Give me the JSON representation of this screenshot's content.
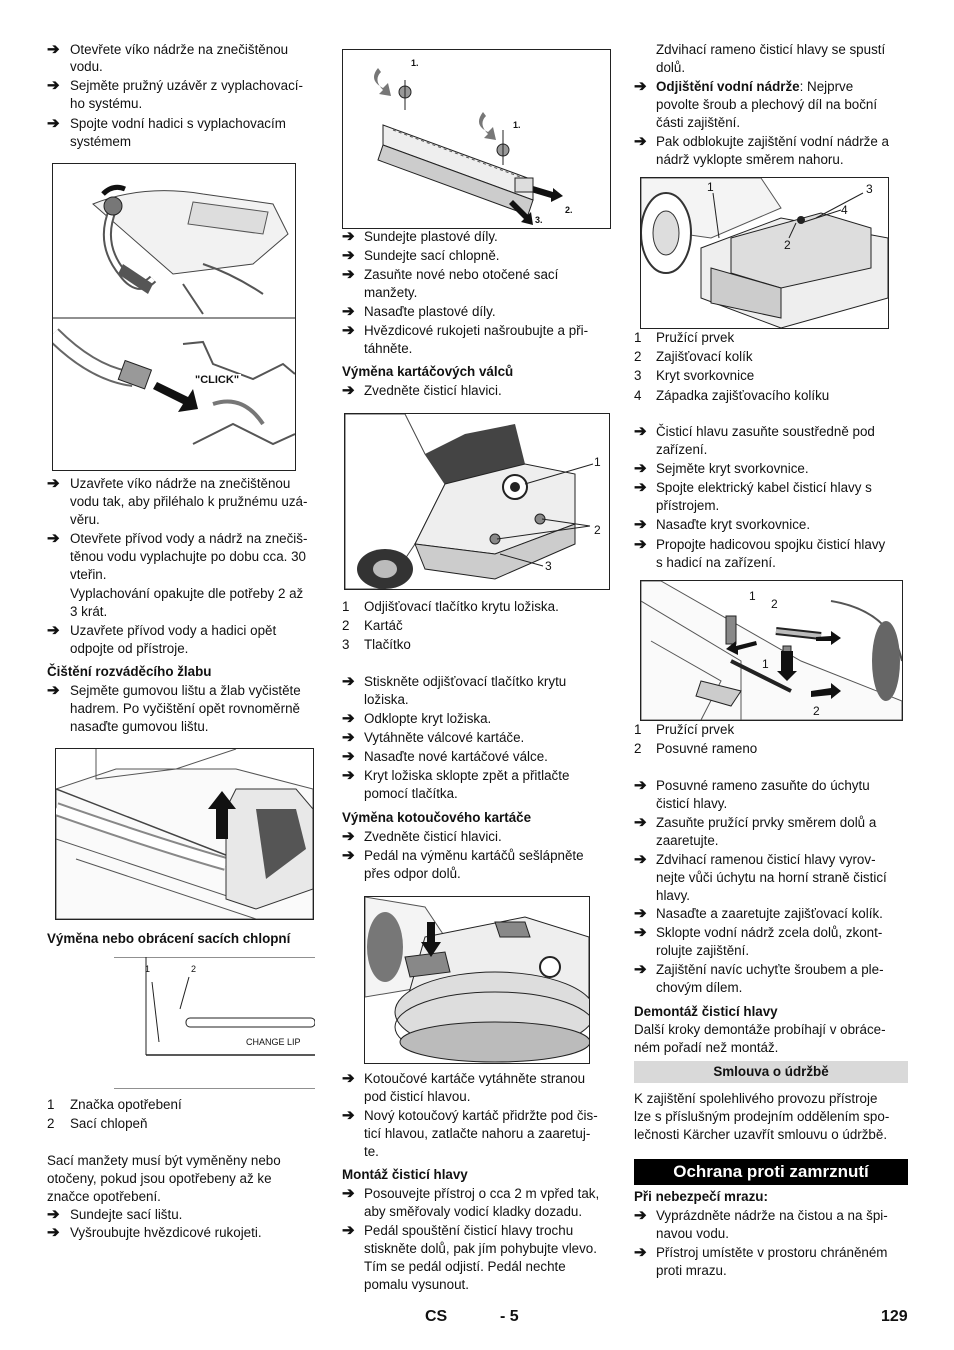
{
  "col1": {
    "b1": [
      "Otevřete víko nádrže na znečištěnou",
      "vodu."
    ],
    "b2": [
      "Sejměte pružný uzávěr z vyplachovací-",
      "ho systému."
    ],
    "b3": [
      "Spojte vodní hadici s vyplachovacím",
      "systémem"
    ],
    "fig1_label": "\"CLICK\"",
    "b4": [
      "Uzavřete víko nádrže na znečištěnou",
      "vodu tak, aby přiléhalo k pružnému uzá-",
      "věru."
    ],
    "b5": [
      "Otevřete přívod vody a nádrž na znečiš-",
      "těnou vodu vyplachujte po dobu cca. 30",
      "vteřin."
    ],
    "b5_extra": [
      "Vyplachování opakujte dle potřeby 2 až",
      "3 krát."
    ],
    "b6": [
      "Uzavřete přívod vody a hadici opět",
      "odpojte od přístroje."
    ],
    "h_lzab": "Čištění rozváděcího žlabu",
    "b7": [
      "Sejměte gumovou lištu a žlab vyčistěte",
      "hadrem. Po vyčištění opět rovnoměrně",
      "nasaďte gumovou lištu."
    ],
    "h_lips": "Výměna nebo obrácení sacích chlopní",
    "fig3_n1": "1",
    "fig3_n2": "2",
    "fig3_text": "CHANGE LIP",
    "legend": [
      {
        "n": "1",
        "t": "Značka opotřebení"
      },
      {
        "n": "2",
        "t": "Sací chlopeň"
      }
    ],
    "p1": [
      "Sací manžety musí být vyměněny nebo",
      "otočeny, pokud jsou opotřebeny až ke",
      "značce opotřebení."
    ],
    "b8": "Sundejte sací lištu.",
    "b9": "Vyšroubujte hvězdicové rukojeti."
  },
  "col2": {
    "fig_top_labels": [
      "1.",
      "1.",
      "2.",
      "3."
    ],
    "b1": "Sundejte plastové díly.",
    "b2": "Sundejte sací chlopně.",
    "b3": [
      "Zasuňte nové nebo otočené sací",
      "manžety."
    ],
    "b4": "Nasaďte plastové díly.",
    "b5": [
      "Hvězdicové rukojeti našroubujte a při-",
      "táhněte."
    ],
    "h_roller": "Výměna kartáčových válců",
    "b6": "Zvedněte čisticí hlavici.",
    "fig2_nums": [
      "1",
      "2",
      "3"
    ],
    "legend": [
      {
        "n": "1",
        "t": "Odjišťovací tlačítko krytu ložiska."
      },
      {
        "n": "2",
        "t": "Kartáč"
      },
      {
        "n": "3",
        "t": "Tlačítko"
      }
    ],
    "b7": [
      "Stiskněte odjišťovací tlačítko krytu",
      "ložiska."
    ],
    "b8": "Odklopte kryt ložiska.",
    "b9": "Vytáhněte válcové kartáče.",
    "b10": "Nasaďte nové kartáčové válce.",
    "b11": [
      "Kryt ložiska sklopte zpět a přitlačte",
      "pomocí tlačítka."
    ],
    "h_disc": "Výměna kotoučového kartáče",
    "b12": "Zvedněte čisticí hlavici.",
    "b13": [
      "Pedál na výměnu kartáčů sešlápněte",
      "přes odpor dolů."
    ],
    "b14": [
      "Kotoučové kartáče vytáhněte stranou",
      "pod čisticí hlavou."
    ],
    "b15": [
      "Nový kotoučový kartáč přidržte pod čis-",
      "ticí hlavou, zatlačte nahoru a zaaretuj-",
      "te."
    ],
    "h_mount": "Montáž čisticí hlavy",
    "b16": [
      "Posouvejte přístroj o cca 2 m vpřed tak,",
      "aby směřovaly vodicí kladky dozadu."
    ],
    "b17": [
      "Pedál spouštění čisticí hlavy trochu",
      "stiskněte dolů, pak jím pohybujte vlevo.",
      "Tím se pedál odjistí. Pedál nechte",
      "pomalu vysunout."
    ]
  },
  "col3": {
    "p0": [
      "Zdvihací rameno čisticí hlavy se spustí",
      "dolů."
    ],
    "b1_bold": "Odjištění vodní nádrže",
    "b1": [
      ": Nejprve",
      "povolte šroub a plechový díl na boční",
      "části zajištění."
    ],
    "b2": [
      "Pak odblokujte zajištění vodní nádrže a",
      "nádrž vyklopte směrem nahoru."
    ],
    "fig1_nums": [
      "1",
      "3",
      "4",
      "2"
    ],
    "legend1": [
      {
        "n": "1",
        "t": "Pružící prvek"
      },
      {
        "n": "2",
        "t": "Zajišťovací kolík"
      },
      {
        "n": "3",
        "t": "Kryt svorkovnice"
      },
      {
        "n": "4",
        "t": "Západka zajišťovacího kolíku"
      }
    ],
    "b3": [
      "Čisticí hlavu zasuňte soustředně pod",
      "zařízení."
    ],
    "b4": "Sejměte kryt svorkovnice.",
    "b5": [
      "Spojte elektrický kabel čisticí hlavy s",
      "přístrojem."
    ],
    "b6": "Nasaďte kryt svorkovnice.",
    "b7": [
      "Propojte hadicovou spojku čisticí hlavy",
      "s hadicí na zařízení."
    ],
    "fig2_nums": [
      "1",
      "2",
      "1",
      "2"
    ],
    "legend2": [
      {
        "n": "1",
        "t": "Pružící prvek"
      },
      {
        "n": "2",
        "t": "Posuvné rameno"
      }
    ],
    "b8": [
      "Posuvné rameno zasuňte do úchytu",
      "čisticí hlavy."
    ],
    "b9": [
      "Zasuňte pružící prvky směrem dolů a",
      "zaaretujte."
    ],
    "b10": [
      "Zdvihací ramenou čisticí hlavy vyrov-",
      "nejte vůči úchytu na horní straně čisticí",
      "hlavy."
    ],
    "b11": "Nasaďte a zaaretujte zajišťovací kolík.",
    "b12": [
      "Sklopte vodní nádrž zcela dolů, zkont-",
      "rolujte zajištění."
    ],
    "b13": [
      "Zajištění navíc uchyťte šroubem a ple-",
      "chovým dílem."
    ],
    "h_dem": "Demontáž čisticí hlavy",
    "p_dem": [
      "Další kroky demontáže probíhají v obráce-",
      "ném pořadí než montáž."
    ],
    "banner": "Smlouva o údržbě",
    "p_contract": [
      "K zajištění spolehlivého provozu přístroje",
      "lze s příslušným prodejním oddělením spo-",
      "lečnosti Kärcher uzavřít smlouvu o údržbě."
    ],
    "section": "Ochrana proti zamrznutí",
    "h_frost": "Při nebezpečí mrazu:",
    "b14": [
      "Vyprázdněte nádrže na čistou a na špi-",
      "navou vodu."
    ],
    "b15": [
      "Přístroj umístěte v prostoru chráněném",
      "proti mrazu."
    ]
  },
  "footer": {
    "lang": "CS",
    "page_local": "- 5",
    "page": "129"
  },
  "arrow_glyph": "➔"
}
